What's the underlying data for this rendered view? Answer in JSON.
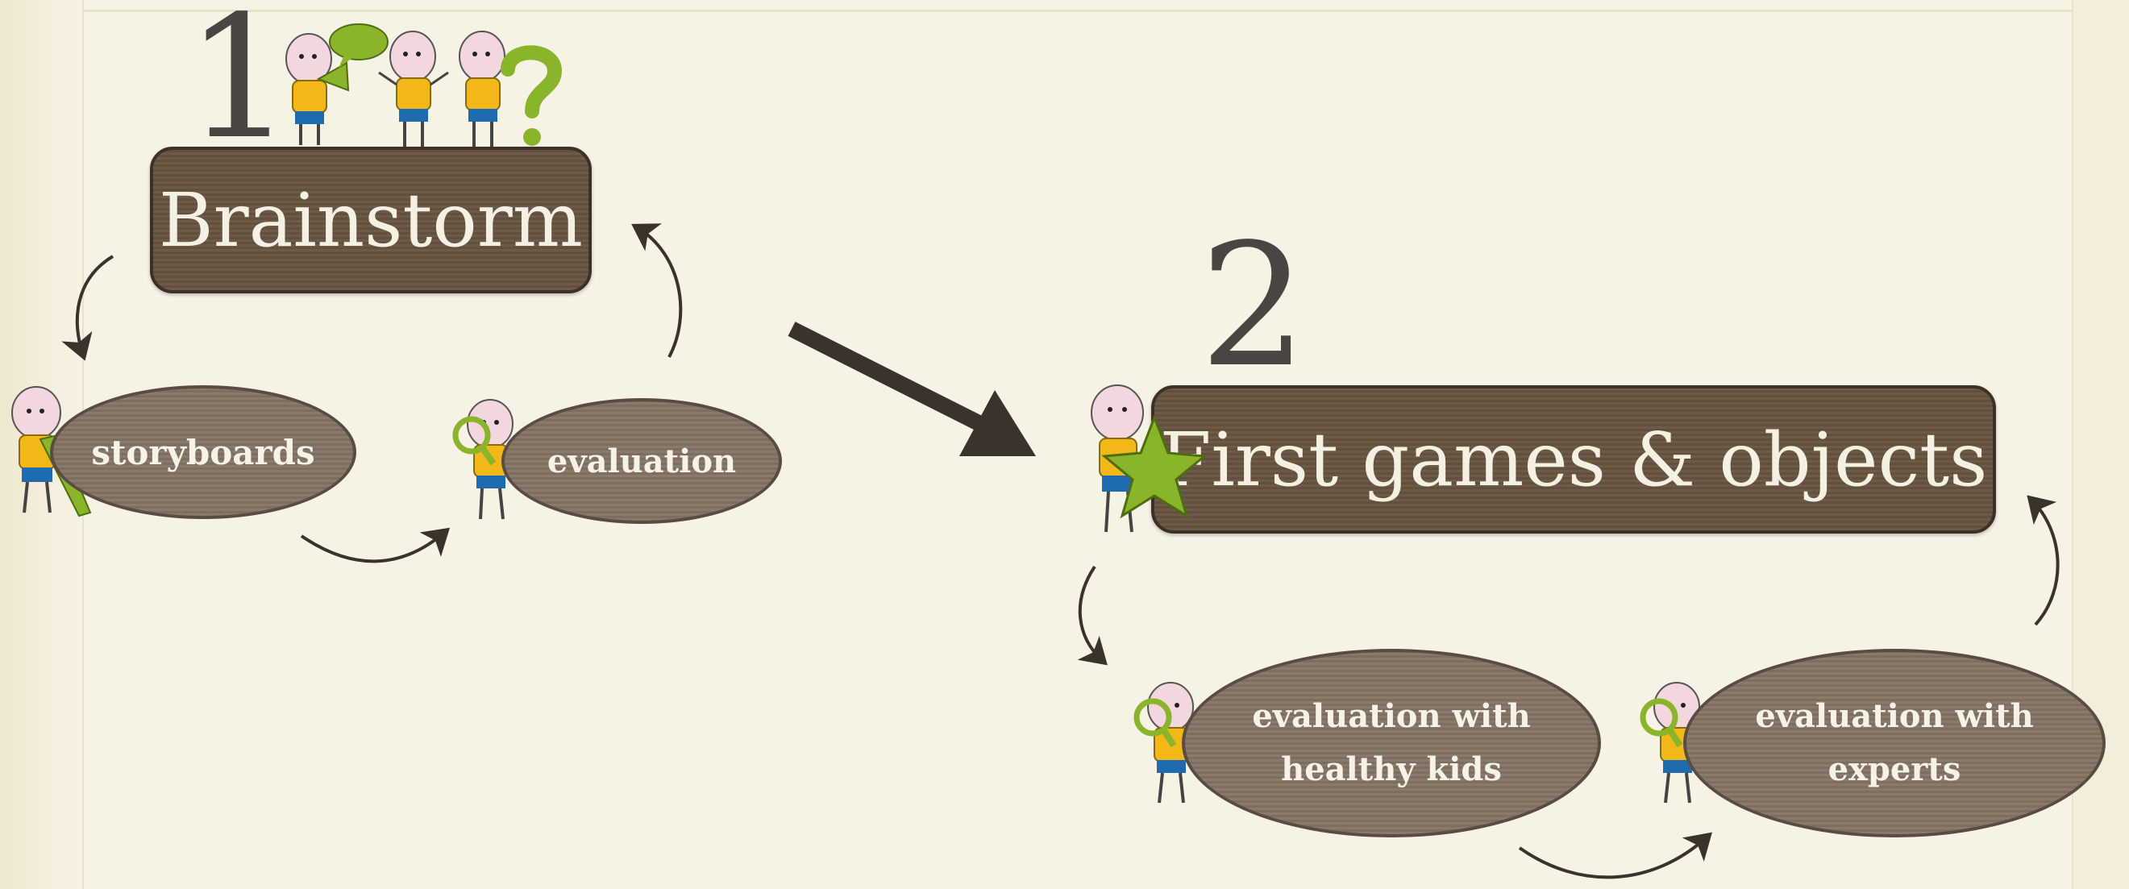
{
  "step_one": {
    "number": "1",
    "title": "Brainstorm",
    "nodes": [
      "storyboards",
      "evaluation"
    ]
  },
  "step_two": {
    "number": "2",
    "title": "First games & objects",
    "nodes": [
      "evaluation with healthy kids",
      "evaluation with experts"
    ]
  },
  "colors": {
    "background": "#f6f2e4",
    "box_fill": "#675443",
    "oval_fill": "#85766a",
    "text_light": "#f4f0e2",
    "number": "#4a4543",
    "arrow": "#3b322c",
    "accent_green": "#8ab52a",
    "kid_shirt": "#f2b817",
    "kid_shorts": "#1f6bb0"
  },
  "icons": [
    "kid-megaphone-icon",
    "speech-bubble-icon",
    "kid-icon",
    "question-mark-icon",
    "kid-crayon-icon",
    "kid-magnifier-icon",
    "kid-star-icon"
  ]
}
